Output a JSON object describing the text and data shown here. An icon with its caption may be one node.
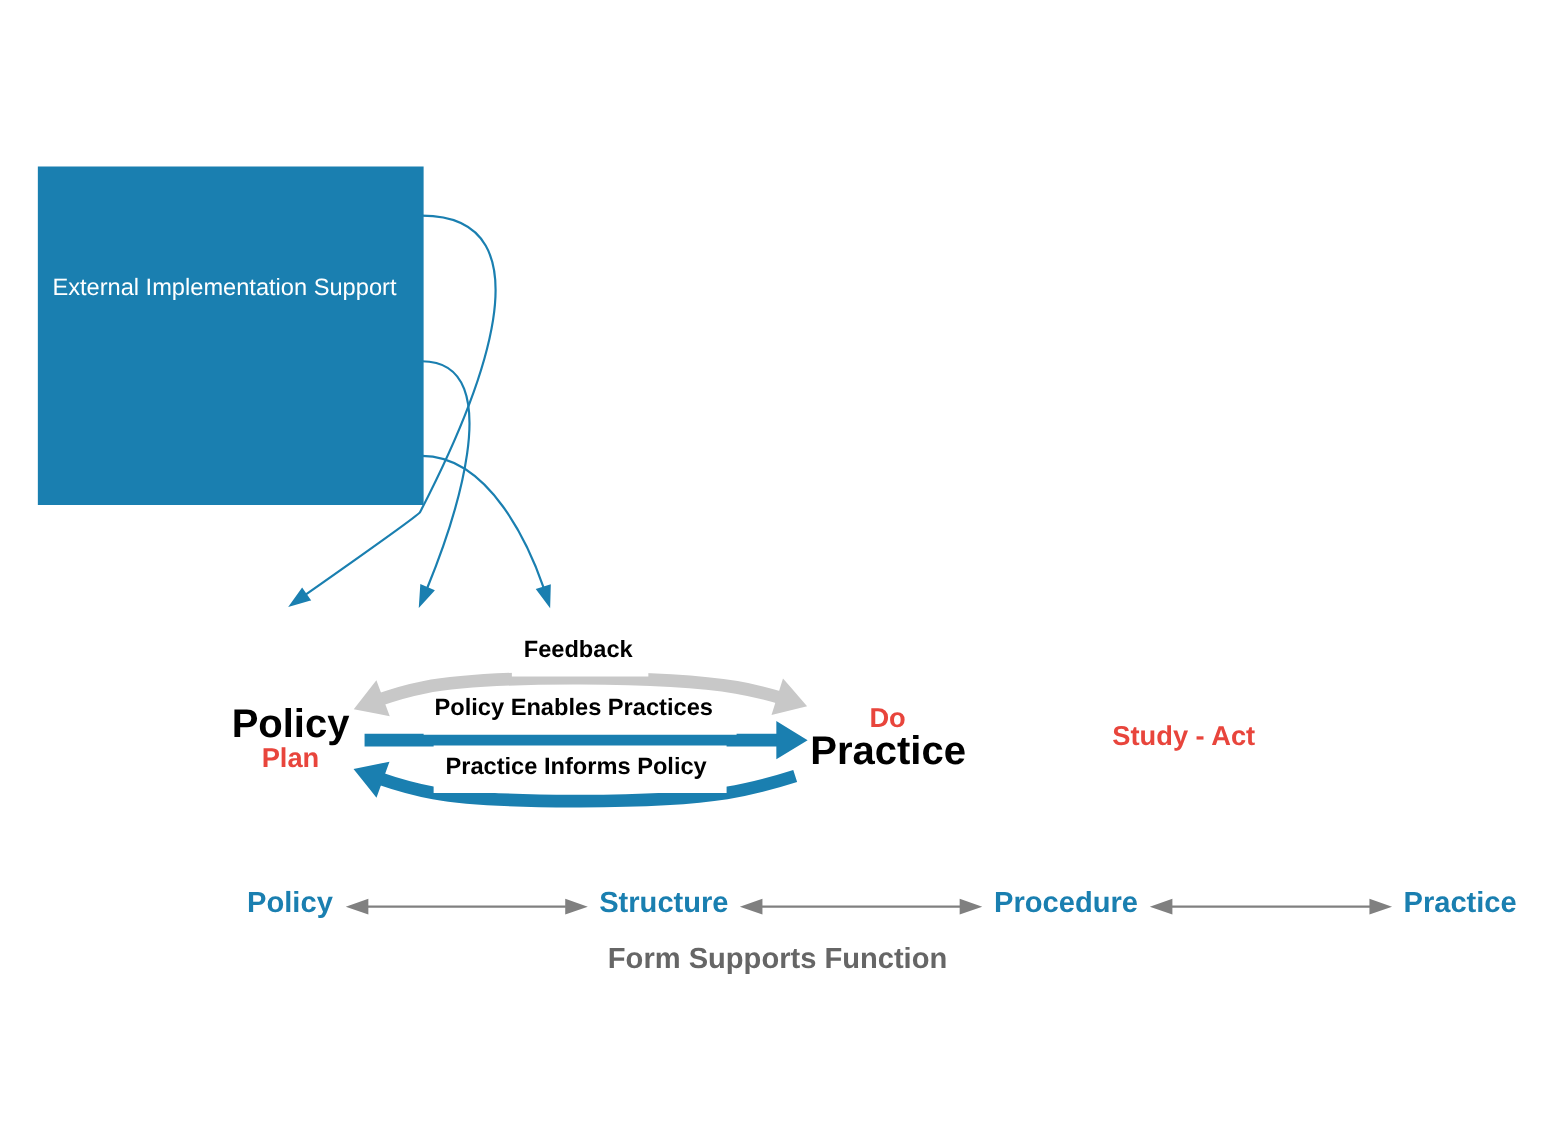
{
  "diagram": {
    "caption": "Form Supports Function",
    "nodes": [
      {
        "text": [
          "External Implementation Support"
        ]
      },
      {
        "text": [
          "Plan"
        ],
        "beside": [
          "Policy"
        ]
      },
      {
        "text": [
          "Do"
        ],
        "beside": [
          "Practice"
        ]
      },
      {
        "text": [
          "Policy"
        ]
      },
      {
        "text": [
          "Structure"
        ]
      },
      {
        "text": [
          "Procedure"
        ]
      },
      {
        "text": [
          "Practice"
        ]
      }
    ],
    "edges": [
      {
        "from": 0,
        "to": null,
        "arrow": "to"
      },
      {
        "from": 0,
        "to": null,
        "arrow": "to"
      },
      {
        "from": 0,
        "to": null,
        "arrow": "to"
      },
      {
        "from": 2,
        "to": 1,
        "arrow": "to",
        "label": "Practice Informs Policy",
        "style": "thick"
      },
      {
        "from": 1,
        "to": 2,
        "arrow": "to",
        "label": "Policy Enables Practices",
        "style": "thick"
      },
      {
        "from": 1,
        "to": 2,
        "arrow": "both",
        "label": "Feedback",
        "style": "thick",
        "color": "#c8c8c8"
      },
      {
        "from": 3,
        "to": 4,
        "arrow": "both",
        "color": "#808080"
      },
      {
        "from": 4,
        "to": 5,
        "arrow": "both",
        "color": "#808080"
      },
      {
        "from": 5,
        "to": 6,
        "arrow": "both",
        "color": "#808080"
      }
    ],
    "labels": [
      "Study - Act"
    ]
  }
}
